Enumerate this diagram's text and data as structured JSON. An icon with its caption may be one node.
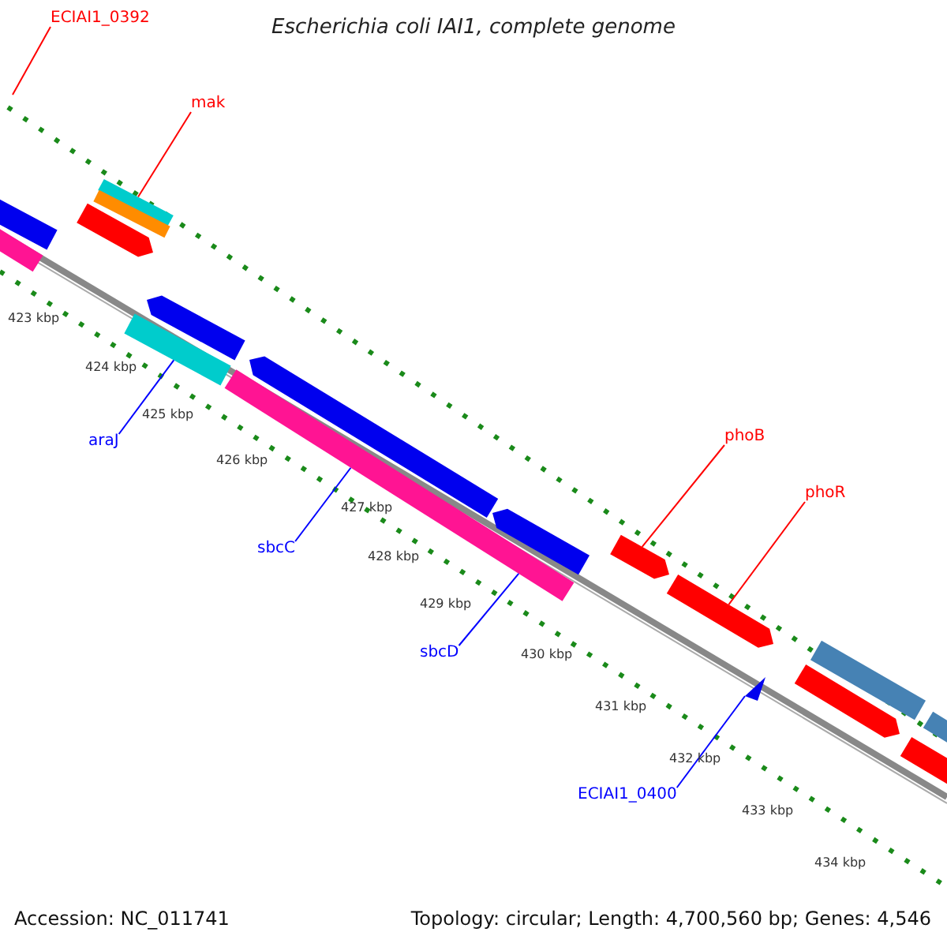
{
  "diagram": {
    "title": "Escherichia coli IAI1, complete genome",
    "nodes": [
      {
        "text": [
          "ECIAI1_0392"
        ]
      },
      {
        "text": [
          "mak"
        ]
      },
      {
        "text": [],
        "shape": "bar"
      },
      {
        "text": [
          "araJ"
        ]
      },
      {
        "text": [],
        "shape": "bar"
      },
      {
        "text": [
          "sbcC"
        ]
      },
      {
        "text": [],
        "shape": "bar"
      },
      {
        "text": [
          "sbcD"
        ]
      },
      {
        "text": [
          "phoB"
        ]
      },
      {
        "text": [],
        "shape": "bar"
      },
      {
        "text": [
          "phoR"
        ]
      },
      {
        "text": [],
        "shape": "bar"
      },
      {
        "text": [
          "ECIAI1_0400"
        ]
      },
      {
        "text": [],
        "shape": "triangle"
      },
      {
        "text": [],
        "shape": "bar"
      },
      {
        "text": [],
        "shape": "bar"
      },
      {
        "text": [],
        "shape": "bar"
      },
      {
        "text": [],
        "shape": "bar"
      },
      {
        "text": [],
        "shape": "bar"
      },
      {
        "text": [],
        "shape": "bar"
      },
      {
        "text": [],
        "shape": "bar"
      },
      {
        "text": [],
        "shape": "bar"
      },
      {
        "text": [],
        "shape": "bar"
      },
      {
        "text": [],
        "shape": "bar"
      },
      {
        "text": [],
        "shape": "bar"
      }
    ],
    "edges": [
      {
        "from": 0,
        "to": null,
        "arrow": "none",
        "color": "#ff0000"
      },
      {
        "from": 1,
        "to": 2,
        "arrow": "none",
        "color": "#ff0000"
      },
      {
        "from": 3,
        "to": 4,
        "arrow": "none",
        "color": "#0000ff"
      },
      {
        "from": 5,
        "to": 6,
        "arrow": "none",
        "color": "#0000ff"
      },
      {
        "from": 7,
        "to": 6,
        "arrow": "none",
        "color": "#0000ff"
      },
      {
        "from": 8,
        "to": 9,
        "arrow": "none",
        "color": "#ff0000"
      },
      {
        "from": 10,
        "to": 11,
        "arrow": "none",
        "color": "#ff0000"
      },
      {
        "from": 12,
        "to": 13,
        "arrow": "none",
        "color": "#0000ff"
      }
    ],
    "labels": [
      "423 kbp",
      "424 kbp",
      "425 kbp",
      "426 kbp",
      "427 kbp",
      "428 kbp",
      "429 kbp",
      "430 kbp",
      "431 kbp",
      "432 kbp",
      "433 kbp",
      "434 kbp",
      "Accession: NC_011741",
      "Topology: circular; Length: 4,700,560 bp; Genes: 4,546"
    ]
  }
}
